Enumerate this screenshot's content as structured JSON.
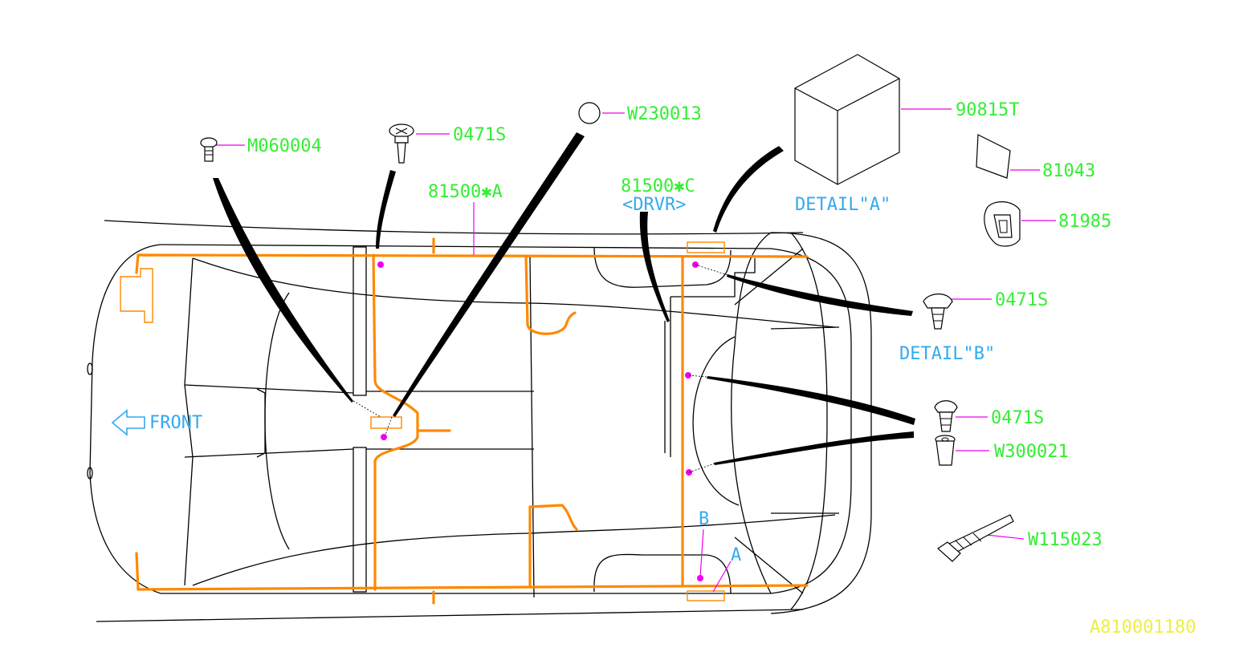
{
  "labels": {
    "m060004": "M060004",
    "p0471s_top": "0471S",
    "w230013": "W230013",
    "p90815t": "90815T",
    "p81043": "81043",
    "p81985": "81985",
    "h81500a": "81500✱A",
    "h81500c": "81500✱C",
    "drvr": "<DRVR>",
    "detail_a": "DETAIL\"A\"",
    "detail_b": "DETAIL\"B\"",
    "p0471s_b1": "0471S",
    "p0471s_b2": "0471S",
    "w300021": "W300021",
    "w115023": "W115023",
    "front": "FRONT",
    "callout_a": "A",
    "callout_b": "B",
    "figure_id": "A810001180"
  },
  "colors": {
    "part_text": "#33ee33",
    "detail_text": "#33aaee",
    "harness": "#ff8800",
    "leader": "#ee00ee",
    "figure_id": "#eeee44"
  },
  "icons": [
    "front-arrow-icon",
    "bolt-icon",
    "screw-icon",
    "grommet-icon",
    "clip-icon",
    "nut-icon",
    "tie-strap-icon"
  ]
}
